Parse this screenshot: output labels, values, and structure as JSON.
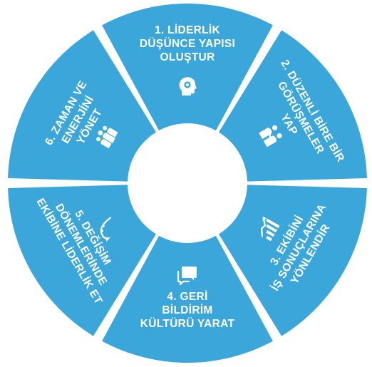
{
  "diagram": {
    "segment_color": "#3ba6d9",
    "center_color": "#ffffff",
    "segments": [
      {
        "number": 1,
        "lines": [
          "1. LİDERLİK",
          "DÜŞÜNCE YAPISI",
          "OLUŞTUR"
        ],
        "icon": "head-gear-icon"
      },
      {
        "number": 2,
        "lines": [
          "2. DÜZENLİ BİRE BİR",
          "GÖRÜŞMELER",
          "YAP"
        ],
        "icon": "two-people-icon"
      },
      {
        "number": 3,
        "lines": [
          "3. EKİBİNİ",
          "İŞ SONUÇLARINA",
          "YÖNLENDİR"
        ],
        "icon": "growth-chart-icon"
      },
      {
        "number": 4,
        "lines": [
          "4. GERİ",
          "BİLDİRİM",
          "KÜLTÜRÜ YARAT"
        ],
        "icon": "chat-bubbles-icon"
      },
      {
        "number": 5,
        "lines": [
          "5. DEĞİŞİM",
          "DÖNEMLERİNDE",
          "EKİBİNE LİDERLİK ET"
        ],
        "icon": "change-curve-icon"
      },
      {
        "number": 6,
        "lines": [
          "6. ZAMAN VE",
          "ENERJİNİ",
          "YÖNET"
        ],
        "icon": "team-group-icon"
      }
    ]
  }
}
